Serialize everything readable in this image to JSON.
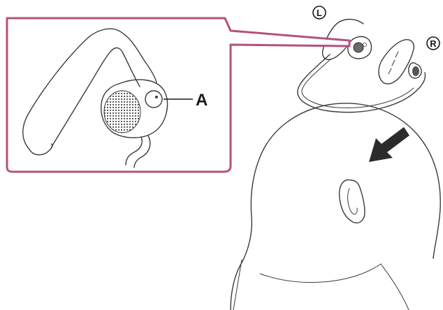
{
  "callout_label": "A",
  "side_left": "L",
  "side_right": "R",
  "colors": {
    "callout_frame": "#b5527a",
    "line_art": "#3a3a3a",
    "arrow": "#2b2b2b",
    "background": "#ffffff"
  },
  "icons": {
    "motion_arrow": "down-left-arrow-icon",
    "side_markers": "circled-letter-icon"
  }
}
